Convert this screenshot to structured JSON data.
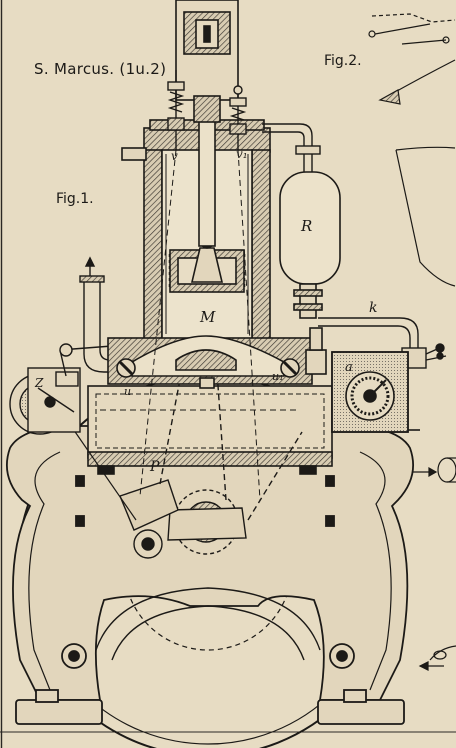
{
  "plate": {
    "author_caption": "S. Marcus. (1u.2)",
    "fig1_caption": "Fig.1.",
    "fig2_caption": "Fig.2.",
    "labels": {
      "reservoir": "R",
      "crank_chamber": "M",
      "pipe": "k",
      "valve_left": "v",
      "valve_right": "v₁",
      "rotary_valve": "a",
      "pump_lever": "P",
      "drum": "Z",
      "cock_left": "u",
      "cock_right": "u₁"
    }
  },
  "colors": {
    "paper": "#e7dcc3",
    "ink": "#1c1a17",
    "hatch": "#3a3630"
  }
}
